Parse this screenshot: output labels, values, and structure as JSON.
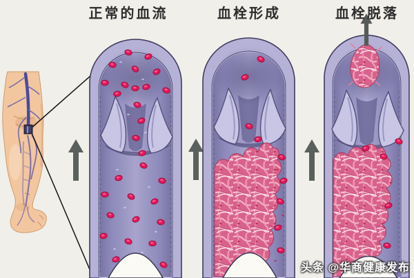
{
  "illustration": {
    "stages": [
      {
        "id": "normal-flow",
        "label": "正常的血流"
      },
      {
        "id": "thrombus-formation",
        "label": "血栓形成"
      },
      {
        "id": "thrombus-detachment",
        "label": "血栓脱落"
      }
    ],
    "watermark": "头条 @华商健康发布"
  },
  "icons": {
    "flow_arrow": "up-arrow",
    "detachment_arrow": "up-arrow",
    "magnifier_box": "zoom-source-box",
    "callout_lines": "magnification-callout"
  },
  "colors": {
    "background": "#f1efe9",
    "label_text": "#2d2d2d",
    "watermark_text": "#ffffff",
    "vessel_wall": "#b6b1d6",
    "vessel_lumen": "#8c88b9",
    "valve": "#c9c5e4",
    "rbc": "#e8175d",
    "thrombus": "#d8628c",
    "fibrin_strand": "#f4b3c6",
    "arrow": "#5a615d",
    "skin": "#f2c7a0",
    "vein": "#4a49a0"
  }
}
